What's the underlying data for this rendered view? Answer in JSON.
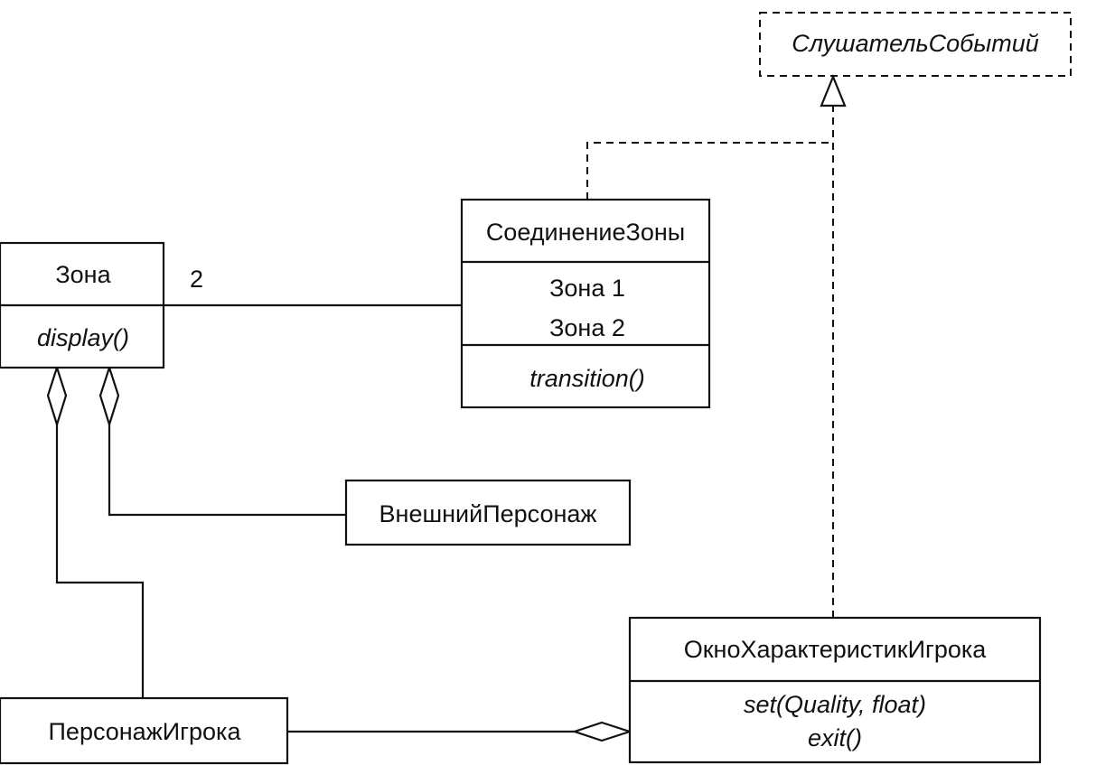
{
  "classes": {
    "event_listener": {
      "name": "СлушательСобытий"
    },
    "zone_connection": {
      "name": "СоединениеЗоны",
      "attr1": "Зона 1",
      "attr2": "Зона 2",
      "method": "transition()"
    },
    "zone": {
      "name": "Зона",
      "method": "display()"
    },
    "external_character": {
      "name": "ВнешнийПерсонаж"
    },
    "player_stats_window": {
      "name": "ОкноХарактеристикИгрока",
      "method1": "set(Quality, float)",
      "method2": "exit()"
    },
    "player_character": {
      "name": "ПерсонажИгрока"
    }
  },
  "associations": {
    "zone_to_connection_multiplicity": "2"
  }
}
